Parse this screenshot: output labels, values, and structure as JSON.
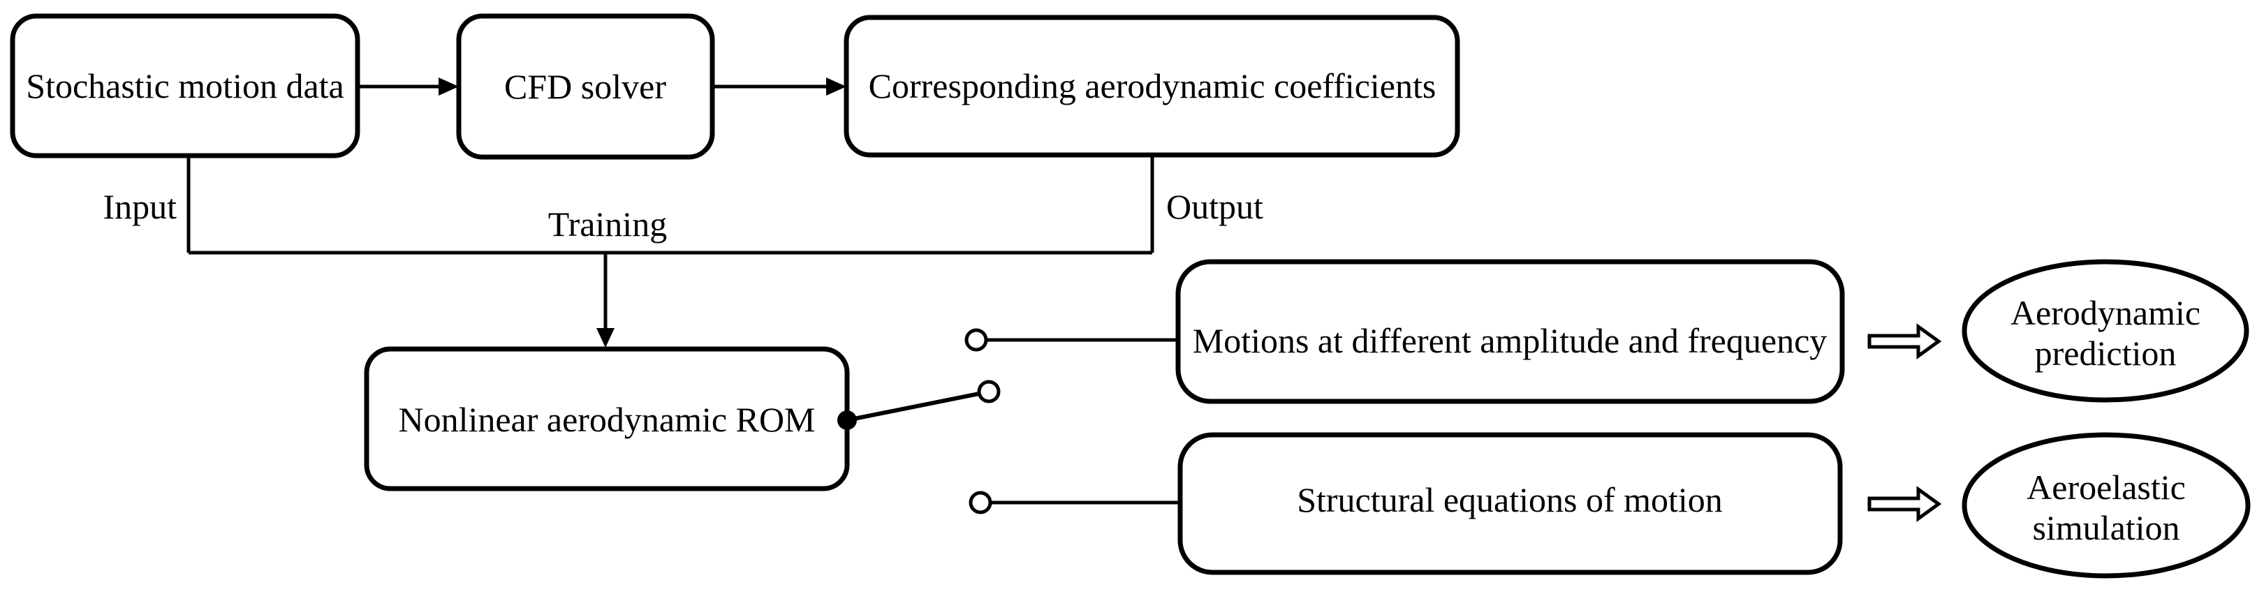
{
  "diagram": {
    "background_color": "#ffffff",
    "line_color": "#000000",
    "nodes": {
      "stochastic": {
        "label": "Stochastic motion data"
      },
      "cfd_solver": {
        "label": "CFD solver"
      },
      "coefficients": {
        "label": "Corresponding aerodynamic coefficients"
      },
      "rom": {
        "label": "Nonlinear aerodynamic ROM"
      },
      "motions": {
        "label": "Motions at different amplitude and frequency"
      },
      "structural": {
        "label": "Structural equations of motion"
      },
      "aerodynamic_prediction": {
        "line1": "Aerodynamic",
        "line2": "prediction"
      },
      "aeroelastic_simulation": {
        "line1": "Aeroelastic",
        "line2": "simulation"
      }
    },
    "edge_labels": {
      "input": "Input",
      "training": "Training",
      "output": "Output"
    }
  }
}
